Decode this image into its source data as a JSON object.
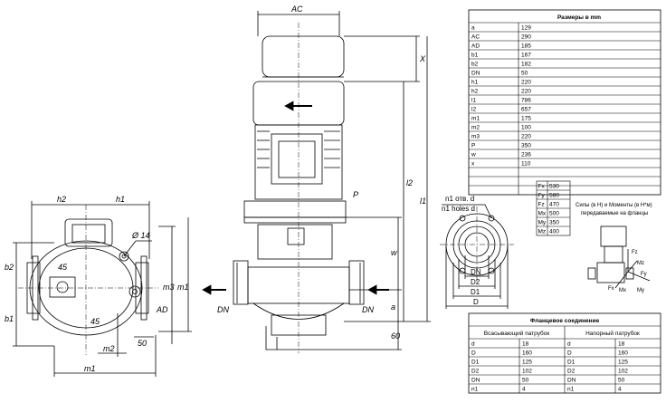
{
  "dimensions_table": {
    "header": "Размеры в mm",
    "rows": [
      [
        "a",
        "129"
      ],
      [
        "AC",
        "290"
      ],
      [
        "AD",
        "185"
      ],
      [
        "b1",
        "167"
      ],
      [
        "b2",
        "182"
      ],
      [
        "DN",
        "50"
      ],
      [
        "h1",
        "220"
      ],
      [
        "h2",
        "220"
      ],
      [
        "l1",
        "786"
      ],
      [
        "l2",
        "657"
      ],
      [
        "m1",
        "175"
      ],
      [
        "m2",
        "100"
      ],
      [
        "m3",
        "220"
      ],
      [
        "P",
        "350"
      ],
      [
        "w",
        "236"
      ],
      [
        "x",
        "110"
      ]
    ]
  },
  "forces_table": {
    "rows": [
      [
        "Fx",
        "530"
      ],
      [
        "Fy",
        "580"
      ],
      [
        "Fz",
        "470"
      ],
      [
        "Mx",
        "500"
      ],
      [
        "My",
        "350"
      ],
      [
        "Mz",
        "400"
      ]
    ]
  },
  "forces_note": "Силы (в Н) и Моменты (в Н*м) передаваемые на фланцы",
  "flange_table": {
    "title": "Фланцевое соединение",
    "suction_header": "Всасывающий патрубок",
    "discharge_header": "Напорный патрубок",
    "suction_rows": [
      [
        "d",
        "18"
      ],
      [
        "D",
        "160"
      ],
      [
        "D1",
        "125"
      ],
      [
        "D2",
        "102"
      ],
      [
        "DN",
        "50"
      ],
      [
        "n1",
        "4"
      ]
    ],
    "discharge_rows": [
      [
        "d",
        "18"
      ],
      [
        "D",
        "160"
      ],
      [
        "D1",
        "125"
      ],
      [
        "D2",
        "102"
      ],
      [
        "DN",
        "50"
      ],
      [
        "n1",
        "4"
      ]
    ]
  },
  "flange_view": {
    "holes_label_ru": "n1 отв. d",
    "holes_label_en": "n1 holes d",
    "dn": "DN",
    "d2": "D2",
    "d1": "D1",
    "d": "D"
  },
  "plan_view": {
    "h2": "h2",
    "h1": "h1",
    "b2": "b2",
    "b1": "b1",
    "m1": "m1",
    "m2": "m2",
    "m3": "m3",
    "ad": "AD",
    "phi": "Ø 14",
    "dim45a": "45",
    "dim45b": "45",
    "dim50": "50"
  },
  "front_view": {
    "ac": "AC",
    "x": "X",
    "l1": "l1",
    "l2": "l2",
    "p": "P",
    "w": "w",
    "a": "a",
    "dn_left": "DN",
    "dn_right": "DN",
    "dim60": "60"
  },
  "force_axes": {
    "fz": "Fz",
    "mz": "Mz",
    "fy": "Fy",
    "my": "My",
    "fx": "Fx",
    "mx": "Mx"
  }
}
